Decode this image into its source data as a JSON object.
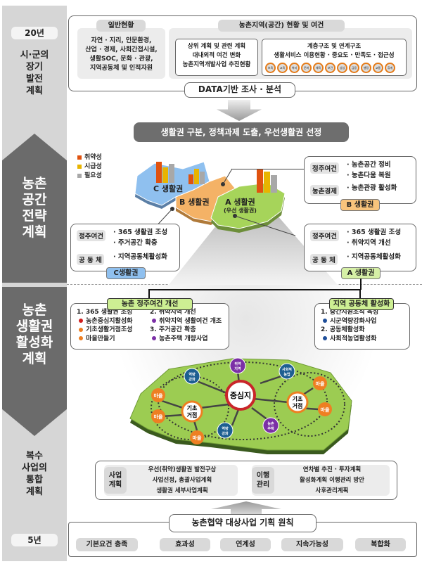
{
  "left": {
    "top_period": "20년",
    "stage1": [
      "시·군의",
      "장기",
      "발전",
      "계획"
    ],
    "stage2": [
      "농촌",
      "공간",
      "전략",
      "계획"
    ],
    "stage3": [
      "농촌",
      "생활권",
      "활성화",
      "계획"
    ],
    "stage4": [
      "복수",
      "사업의",
      "통합",
      "계획"
    ],
    "bottom_period": "5년"
  },
  "survey": {
    "general_title": "일반현황",
    "general_items": [
      "자연 · 지리, 인문환경,",
      "산업 · 경제, 사회간접시설,",
      "생활SOC, 문화 · 관광,",
      "지역공동체 및 인적자원"
    ],
    "rural_title": "농촌지역(공간) 현황 및 여건",
    "plans_items": [
      "상위 계획 및 관련 계획",
      "대내외적 여건 변화",
      "농촌지역개발사업 추진현황"
    ],
    "structure_items": [
      "계층구조 및 연계구조",
      "생활서비스 이용현황 · 중요도 · 만족도 · 접근성"
    ],
    "service_icons": [
      "보육",
      "교육",
      "복지",
      "문화",
      "체육",
      "보건",
      "상업",
      "금융",
      "행정",
      "교통",
      "휴게"
    ],
    "data_label": "DATA기반 조사 · 분석"
  },
  "banner": "생활권 구분, 정책과제 도출, 우선생활권 선정",
  "legend": [
    "취약성",
    "시급성",
    "필요성"
  ],
  "colors": {
    "vuln": "#e0520f",
    "urgent": "#e8b400",
    "need": "#a8a8a8",
    "regionA": "#a6d45a",
    "regionB": "#f4b266",
    "regionC": "#8fc0ef"
  },
  "regions": {
    "a": "A 생활권",
    "a_sub": "(우선 생활권)",
    "b": "B 생활권",
    "c": "C 생활권"
  },
  "box_b": {
    "label1": "정주여건",
    "items1": [
      "· 농촌공간 정비",
      "· 농촌다움 복원"
    ],
    "label2": "농촌경제",
    "items2": [
      "· 농촌관광 활성화"
    ],
    "badge": "B 생활권"
  },
  "box_c": {
    "label1": "정주여건",
    "items1": [
      "· 365 생활권 조성",
      "· 주거공간 확충"
    ],
    "label2": "공 동 체",
    "items2": [
      "· 지역공동체활성화"
    ],
    "badge": "C생활권"
  },
  "box_a": {
    "label1": "정주여건",
    "items1": [
      "· 365 생활권 조성",
      "· 취약지역 개선"
    ],
    "label2": "공 동 체",
    "items2": [
      "· 지역공동체활성화"
    ],
    "badge": "A 생활권"
  },
  "living": {
    "title": "농촌 정주여건 개선",
    "c1_head": "1. 365 생활권 조성",
    "c1_items": [
      "농촌중심지활성화",
      "기초생활거점조성",
      "마을만들기"
    ],
    "c2_head": "2. 취약지역 개선",
    "c2_items": [
      "취약지역 생활여건 개조"
    ],
    "c3_head": "3. 주거공간 확충",
    "c3_items": [
      "농촌주택 개량사업"
    ]
  },
  "community": {
    "title": "지역 공동체 활성화",
    "h1": "1. 중간지원조직 육성",
    "i1": "시군역량강화사업",
    "h2": "2. 공동체활성화",
    "i2": "사회적농업활성화"
  },
  "network": {
    "center": "중심지",
    "base": "기초\n거점",
    "base_l": "기초",
    "base_l2": "거점",
    "village": "마을",
    "vulnerable": "취약\n지역",
    "vul1": "취약",
    "vul2": "지역",
    "capacity1": "역량",
    "capacity2": "강화",
    "social1": "사회적",
    "social2": "농업",
    "housing1": "농촌",
    "housing2": "주택"
  },
  "plan": {
    "label1a": "사업",
    "label1b": "계획",
    "items1": [
      "우선(취약)생활권 발전구상",
      "사업선정, 총괄사업계획",
      "생활권 세부사업계획"
    ],
    "label2a": "이행",
    "label2b": "관리",
    "items2": [
      "연차별 추진 · 투자계획",
      "활성화계획 이행관리 방안",
      "사후관리계획"
    ]
  },
  "principles": {
    "title": "농촌협약 대상사업 기획 원칙",
    "items": [
      "기본요건 충족",
      "효과성",
      "연계성",
      "지속가능성",
      "복합화"
    ]
  }
}
